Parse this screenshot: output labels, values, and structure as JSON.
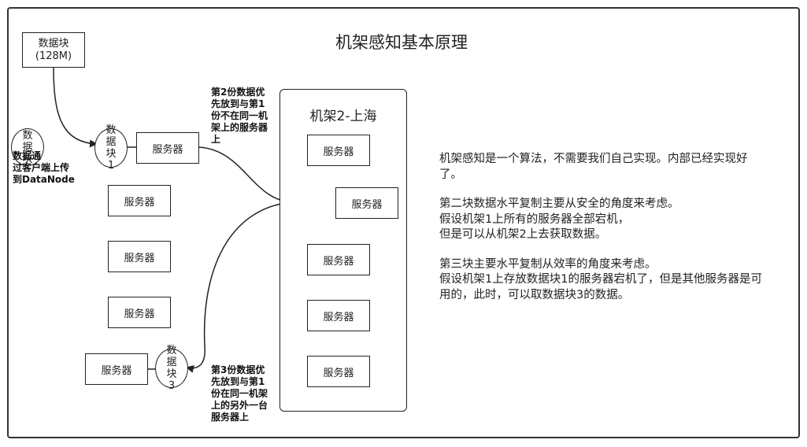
{
  "title": "机架感知基本原理",
  "data_block": {
    "line1": "数据块",
    "line2": "(128M)"
  },
  "client_circle": "数据块",
  "client_note": "数据通\n过客户端上传\n到DataNode",
  "block1": "数据块1",
  "block3": "数据块3",
  "server_label": "服务器",
  "rack2_label": "机架2-上海",
  "note_copy2": "第2份数据优\n先放到与第1\n份不在同一机\n架上的服务器\n上",
  "note_copy3": "第3份数据优\n先放到与第1\n份在同一机架\n上的另外一台\n服务器上",
  "description": [
    "机架感知是一个算法，不需要我们自己实现。内部已经实现好了。",
    "第二块数据水平复制主要从安全的角度来考虑。\n假设机架1上所有的服务器全部宕机，\n但是可以从机架2上去获取数据。",
    "第三块主要水平复制从效率的角度来考虑。\n假设机架1上存放数据块1的服务器宕机了，但是其他服务器是可用的，此时，可以取数据块3的数据。"
  ]
}
